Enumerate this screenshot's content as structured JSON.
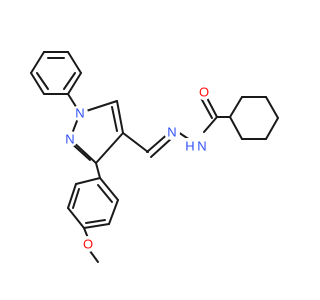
{
  "diagram": {
    "type": "chemical-structure",
    "colors": {
      "bond": "#1a1a1a",
      "nitrogen": "#3050f8",
      "oxygen": "#ff0d0d",
      "background": "#ffffff"
    },
    "atom_labels": {
      "n1": "N",
      "n2": "N",
      "hydrazone_n": "N",
      "amide_nh": "H",
      "amide_n": "N",
      "carbonyl_o": "O",
      "methoxy_o": "O"
    }
  }
}
